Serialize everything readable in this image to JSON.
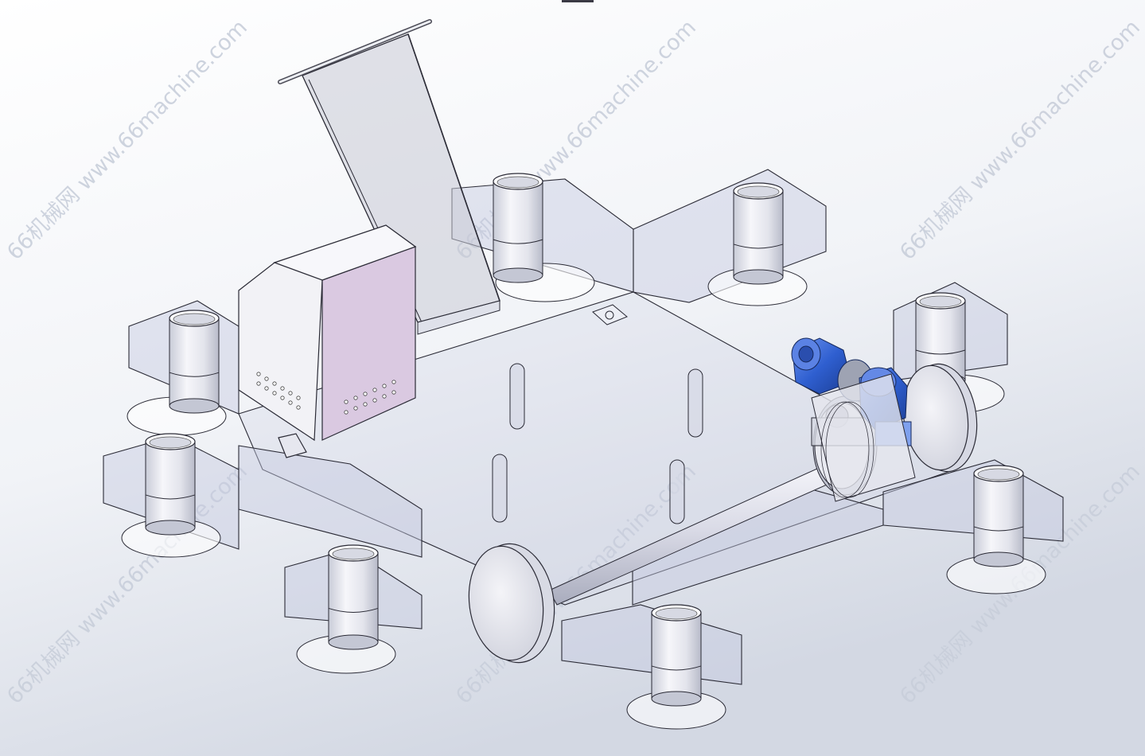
{
  "watermark": {
    "text": "66机械网 www.66machine.com",
    "color": "#c8ced9"
  },
  "colors": {
    "background_top": "#ffffff",
    "background_bottom": "#d6dbe5",
    "transparent_frame": "#c7cbe0",
    "frame_edge": "#2b2b36",
    "motor_blue": "#2f5fd0",
    "cabinet_panel": "#d9c8e0"
  },
  "components": {
    "column_count": 8,
    "vertical_rod_count": 4,
    "wheel_count": 2,
    "motor_count": 2
  }
}
